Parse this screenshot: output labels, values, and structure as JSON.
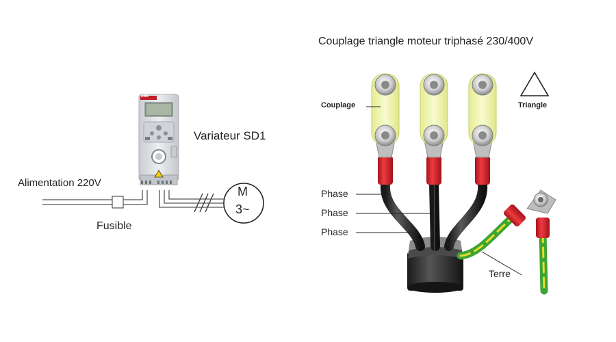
{
  "left_diagram": {
    "drive_label": "Variateur SD1",
    "supply_label": "Alimentation 220V",
    "fuse_label": "Fusible",
    "motor_symbol": "M",
    "motor_phase": "3~",
    "drive_brand": "ABB"
  },
  "right_diagram": {
    "title": "Couplage triangle moteur triphasé 230/400V",
    "coupling_label": "Couplage",
    "triangle_label": "Triangle",
    "phase_labels": [
      "Phase",
      "Phase",
      "Phase"
    ],
    "earth_label": "Terre"
  },
  "colors": {
    "cable_black": "#2a2a2a",
    "lug_red": "#d4202a",
    "link_yellow": "#f1f5a8",
    "earth_green": "#3da535",
    "earth_yellow": "#e8dc2a",
    "drive_grey": "#dfe2e6"
  },
  "icons": [
    "triangle-icon",
    "motor-symbol-icon",
    "fuse-icon",
    "warning-icon"
  ]
}
